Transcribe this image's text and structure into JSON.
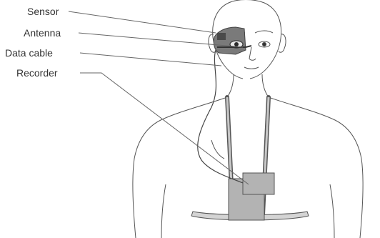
{
  "labels": {
    "sensor": "Sensor",
    "antenna": "Antenna",
    "data_cable": "Data cable",
    "recorder": "Recorder"
  },
  "colors": {
    "outline": "#555555",
    "leader": "#666666",
    "harness": "#a8a8a8",
    "recorder_fill": "#b3b3b3",
    "sensor_dark": "#4a4a4a",
    "sensor_mid": "#7a7a7a"
  }
}
